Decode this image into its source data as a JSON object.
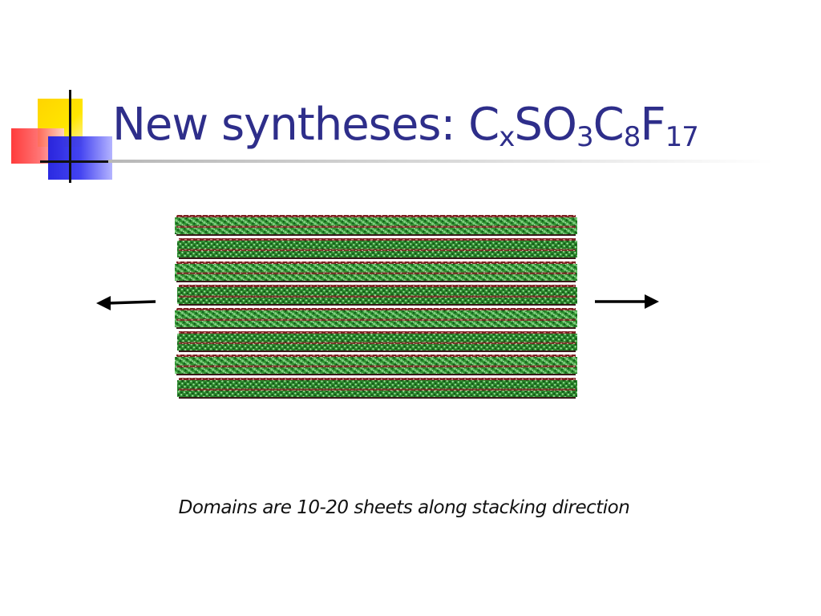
{
  "slide": {
    "title": {
      "main": "New syntheses: ",
      "formula_parts": [
        {
          "text": "C",
          "sub": "x"
        },
        {
          "text": "SO",
          "sub": "3"
        },
        {
          "text": "C",
          "sub": "8"
        },
        {
          "text": "F",
          "sub": "17"
        }
      ]
    },
    "diagram": {
      "layer_count": 8,
      "arrows": [
        "left",
        "right"
      ]
    },
    "caption": "Domains are 10-20 sheets along stacking direction"
  },
  "colors": {
    "title": "#2e2e8a",
    "sheet_green": "#2e8a2e",
    "intercalant_red": "#8a2a2a",
    "logo_yellow": "#ffd400",
    "logo_red": "#ff2a2a",
    "logo_blue": "#1f1fe0"
  }
}
